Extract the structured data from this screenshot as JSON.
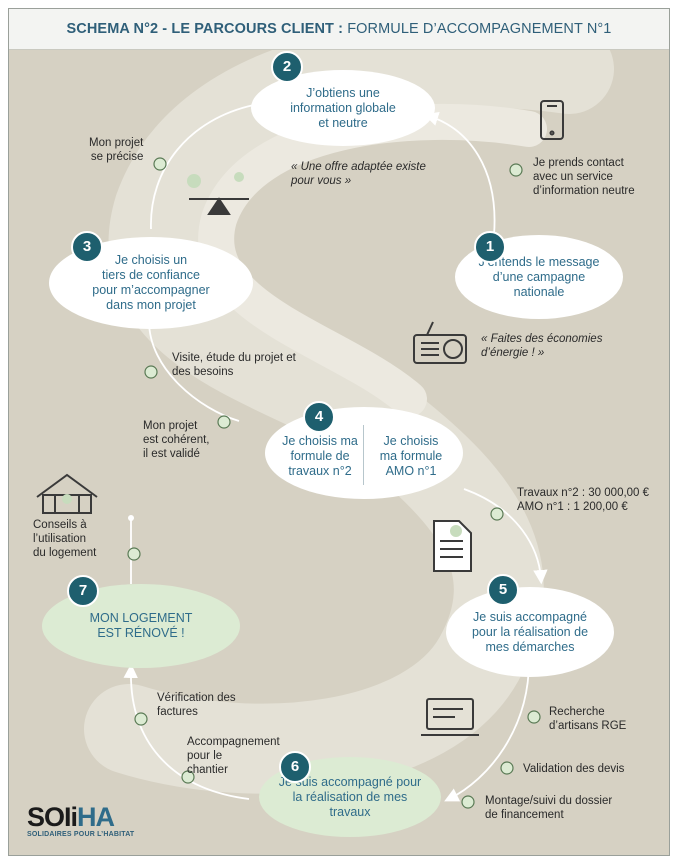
{
  "title": {
    "bold": "SCHEMA N°2 - LE PARCOURS CLIENT :",
    "rest": " FORMULE D’ACCOMPAGNEMENT N°1"
  },
  "steps": [
    {
      "num": "1",
      "text": "J’entends le message\nd’une campagne\nnationale"
    },
    {
      "num": "2",
      "text": "J’obtiens une\ninformation globale\net neutre"
    },
    {
      "num": "3",
      "text": "Je choisis un\ntiers de confiance\npour m’accompagner\ndans mon projet"
    },
    {
      "num": "4",
      "left": "Je choisis ma\nformule de\ntravaux n°2",
      "right": "Je choisis\nma formule\nAMO n°1"
    },
    {
      "num": "5",
      "text": "Je suis accompagné\npour la réalisation de\nmes démarches"
    },
    {
      "num": "6",
      "text": "Je suis accompagné pour\nla réalisation de mes\ntravaux"
    },
    {
      "num": "7",
      "text": "MON LOGEMENT\nEST RÉNOVÉ !"
    }
  ],
  "labels": {
    "contact": "Je prends contact\navec un service\nd’information neutre",
    "quote_offre": "« Une offre adaptée existe\npour vous »",
    "projet_precise": "Mon projet\nse précise",
    "quote_energie": "« Faites des économies\nd’énergie ! »",
    "visite": "Visite, étude du projet et\ndes besoins",
    "coherent": "Mon projet\nest cohérent,\nil est validé",
    "costs": "Travaux n°2 : 30 000,00 €\nAMO n°1 : 1 200,00 €",
    "conseils": "Conseils à\nl’utilisation\ndu logement",
    "verification": "Vérification des\nfactures",
    "accompagnement": "Accompagnement\npour le\nchantier",
    "recherche": "Recherche\nd’artisans RGE",
    "validation": "Validation des devis",
    "montage": "Montage/suivi du dossier\nde financement"
  },
  "logo": {
    "main_a": "SOIi",
    "main_b": "HA",
    "sub": "SOLIDAIRES POUR L’HABITAT"
  },
  "colors": {
    "background": "#d6d1c3",
    "title_text": "#2f5f79",
    "badge": "#1e5f6e",
    "step_text": "#2f6c8a",
    "green_node": "#dcebd3"
  }
}
